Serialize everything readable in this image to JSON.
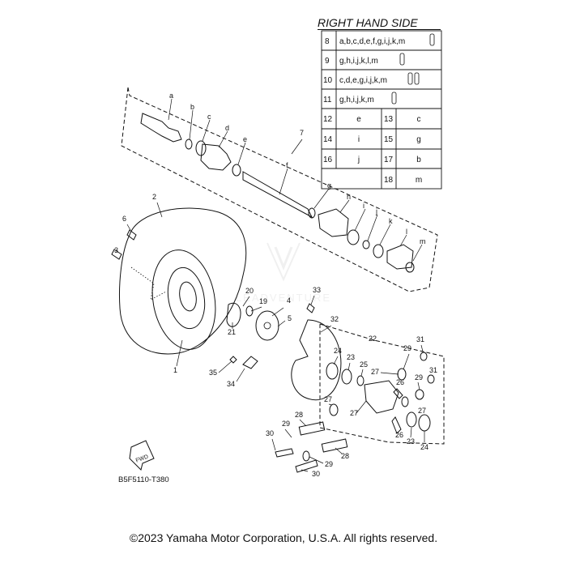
{
  "title": "RIGHT HAND SIDE",
  "table": {
    "wide_rows": [
      {
        "num": "8",
        "content": "a,b,c,d,e,f,g,i,j,k,m"
      },
      {
        "num": "9",
        "content": "g,h,i,j,k,l,m"
      },
      {
        "num": "10",
        "content": "c,d,e,g,i,j,k,m"
      },
      {
        "num": "11",
        "content": "g,h,i,j,k,m"
      }
    ],
    "pair_rows": [
      {
        "left_num": "12",
        "left_val": "e",
        "right_num": "13",
        "right_val": "c"
      },
      {
        "left_num": "14",
        "left_val": "i",
        "right_num": "15",
        "right_val": "g"
      },
      {
        "left_num": "16",
        "left_val": "j",
        "right_num": "17",
        "right_val": "b"
      },
      {
        "left_num": "",
        "left_val": "",
        "right_num": "18",
        "right_val": "m"
      }
    ]
  },
  "callouts": {
    "a": "a",
    "b": "b",
    "c": "c",
    "d": "d",
    "e": "e",
    "f": "f",
    "g": "g",
    "h": "h",
    "i": "i",
    "j": "j",
    "k": "k",
    "l": "l",
    "m": "m",
    "n1": "1",
    "n2": "2",
    "n3": "3",
    "n4": "4",
    "n5": "5",
    "n6": "6",
    "n7": "7",
    "n19": "19",
    "n20": "20",
    "n21": "21",
    "n22": "22",
    "n23a": "23",
    "n23b": "23",
    "n24a": "24",
    "n24b": "24",
    "n25": "25",
    "n26a": "26",
    "n26b": "26",
    "n27a": "27",
    "n27b": "27",
    "n27c": "27",
    "n27d": "27",
    "n28a": "28",
    "n28b": "28",
    "n29a": "29",
    "n29b": "29",
    "n29c": "29",
    "n29d": "29",
    "n30a": "30",
    "n30b": "30",
    "n31a": "31",
    "n31b": "31",
    "n32": "32",
    "n33": "33",
    "n34": "34",
    "n35": "35"
  },
  "fwd_label": "FWD",
  "reference_code": "B5F5110-T380",
  "copyright": "©2023 Yamaha Motor Corporation, U.S.A. All rights reserved.",
  "watermark": "LEADVENTURE"
}
